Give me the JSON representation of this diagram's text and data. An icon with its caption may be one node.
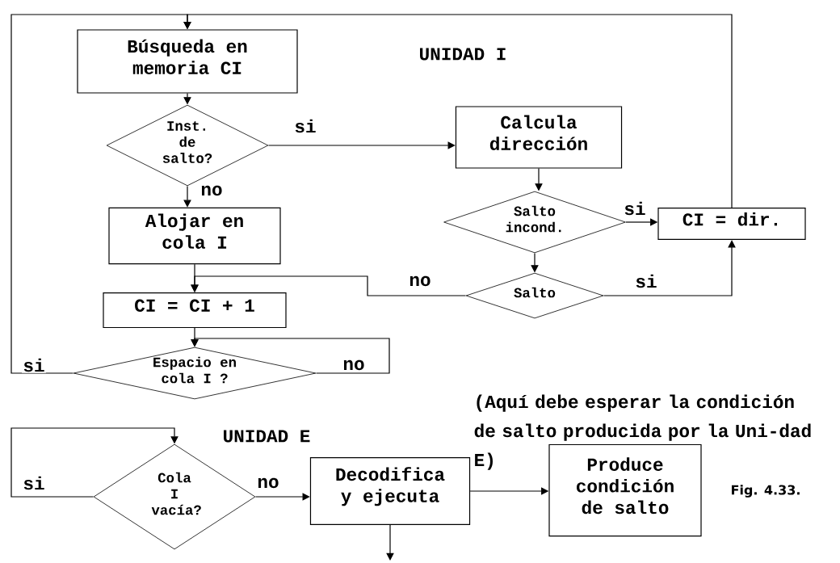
{
  "diagram": {
    "nodes": [
      {
        "text": [
          "Búsqueda en memoria CI"
        ]
      },
      {
        "text": [
          "Inst. de salto?"
        ]
      },
      {
        "text": [
          "Calcula dirección"
        ]
      },
      {
        "text": [
          "Alojar en cola I"
        ]
      },
      {
        "text": [
          "Salto incond."
        ]
      },
      {
        "text": [
          "CI = dir."
        ]
      },
      {
        "text": [
          "Salto"
        ]
      },
      {
        "text": [
          "CI = CI + 1"
        ]
      },
      {
        "text": [
          "Espacio en cola I ?"
        ]
      },
      {
        "text": [
          "Cola I vacía?"
        ]
      },
      {
        "text": [
          "Decodifica y ejecuta"
        ]
      },
      {
        "text": [
          "Produce condición de salto"
        ]
      }
    ],
    "edges": [
      {
        "from": 0,
        "to": 1,
        "arrow": "to"
      },
      {
        "from": 1,
        "to": 2,
        "arrow": "to",
        "label": "si"
      },
      {
        "from": 1,
        "to": 3,
        "arrow": "to",
        "label": "no"
      },
      {
        "from": 2,
        "to": 4,
        "arrow": "to"
      },
      {
        "from": 4,
        "to": 5,
        "arrow": "to",
        "label": "si"
      },
      {
        "from": 4,
        "to": 6,
        "arrow": "to"
      },
      {
        "from": 6,
        "to": 5,
        "arrow": "to",
        "label": "si"
      },
      {
        "from": 6,
        "to": 7,
        "arrow": "to",
        "label": "no"
      },
      {
        "from": 3,
        "to": 7,
        "arrow": "to"
      },
      {
        "from": 7,
        "to": 8,
        "arrow": "to"
      },
      {
        "from": 8,
        "to": 0,
        "arrow": "to",
        "label": "si"
      },
      {
        "from": 5,
        "to": 0,
        "arrow": "to"
      },
      {
        "from": 8,
        "to": 8,
        "arrow": "to",
        "label": "no"
      },
      {
        "from": 9,
        "to": 9,
        "arrow": "to",
        "label": "si"
      },
      {
        "from": 9,
        "to": 10,
        "arrow": "to",
        "label": "no"
      },
      {
        "from": 10,
        "to": 11,
        "arrow": "to"
      },
      {
        "from": 10,
        "to": null,
        "arrow": "to"
      }
    ],
    "labels": [
      "UNIDAD I",
      "(Aquí debe esperar la condición de salto producida por la Uni-dad E)",
      "UNIDAD E",
      "Fig. 4.33."
    ]
  }
}
